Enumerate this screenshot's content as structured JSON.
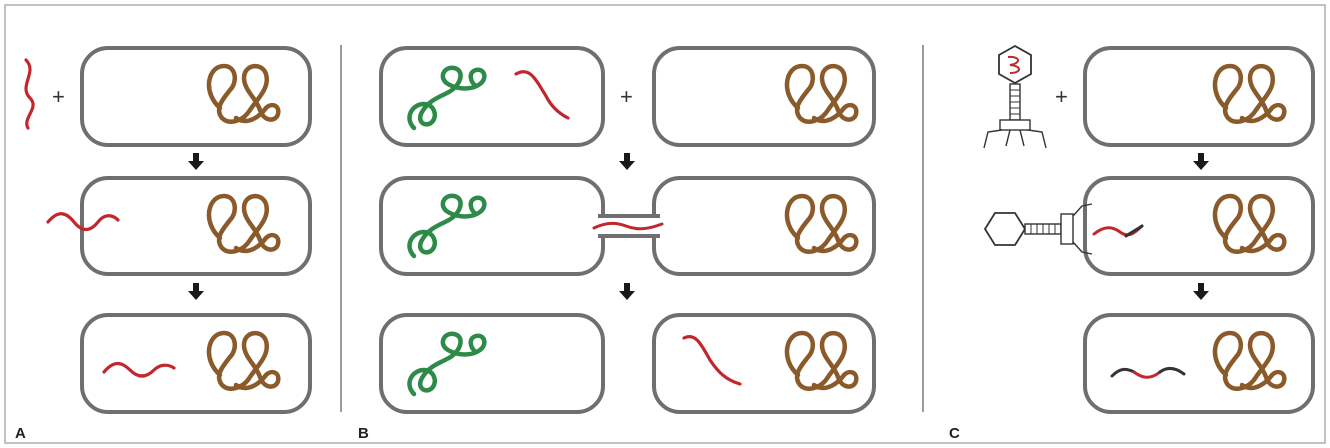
{
  "panels": {
    "a": {
      "label": "A"
    },
    "b": {
      "label": "B"
    },
    "c": {
      "label": "C"
    }
  },
  "symbols": {
    "plus": "+"
  },
  "colors": {
    "frame": "#999999",
    "cell_outline": "#6f6f6f",
    "chromosome": "#8a5a2b",
    "donor_dna": "#c1272d",
    "donor_chromosome": "#2e8b47",
    "arrow": "#1a1a1a",
    "phage": "#333333"
  },
  "icons": {
    "chromosome": "tangled-chromosome-icon",
    "arrow": "down-arrow-icon",
    "phage": "bacteriophage-icon"
  }
}
